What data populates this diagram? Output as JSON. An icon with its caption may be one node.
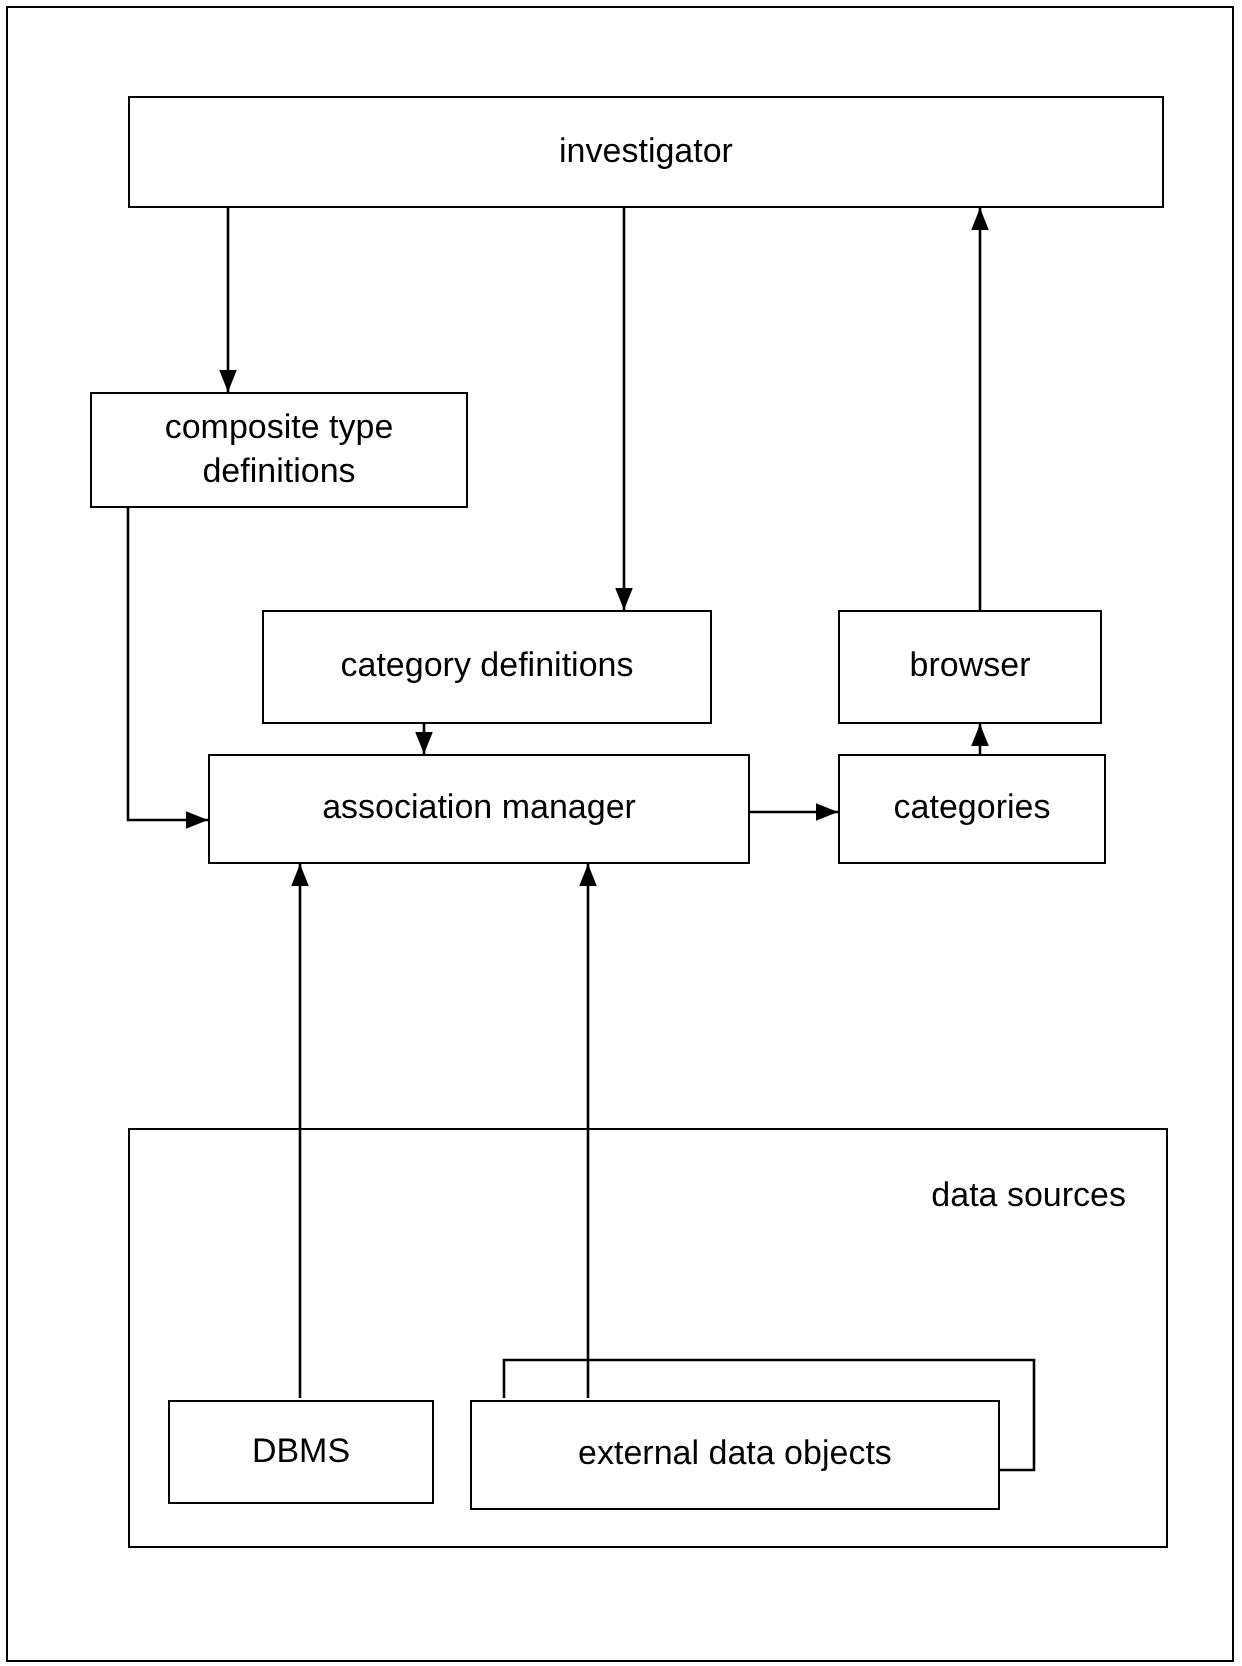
{
  "diagram": {
    "nodes": [
      {
        "text": [
          "investigator"
        ]
      },
      {
        "text": [
          "composite type definitions"
        ]
      },
      {
        "text": [
          "category definitions"
        ]
      },
      {
        "text": [
          "browser"
        ]
      },
      {
        "text": [
          "association manager"
        ]
      },
      {
        "text": [
          "categories"
        ]
      },
      {
        "text": [
          "data sources"
        ]
      },
      {
        "text": [
          "DBMS"
        ],
        "in": 6
      },
      {
        "text": [
          "external data objects"
        ],
        "in": 6
      }
    ],
    "edges": [
      {
        "from": 0,
        "to": 1,
        "arrow": "to"
      },
      {
        "from": 0,
        "to": 2,
        "arrow": "to"
      },
      {
        "from": 3,
        "to": 0,
        "arrow": "to"
      },
      {
        "from": 1,
        "to": 4,
        "arrow": "to"
      },
      {
        "from": 2,
        "to": 4,
        "arrow": "to"
      },
      {
        "from": 4,
        "to": 5,
        "arrow": "to"
      },
      {
        "from": 5,
        "to": 3,
        "arrow": "to"
      },
      {
        "from": 7,
        "to": 4,
        "arrow": "to"
      },
      {
        "from": 8,
        "to": 4,
        "arrow": "to"
      }
    ]
  }
}
